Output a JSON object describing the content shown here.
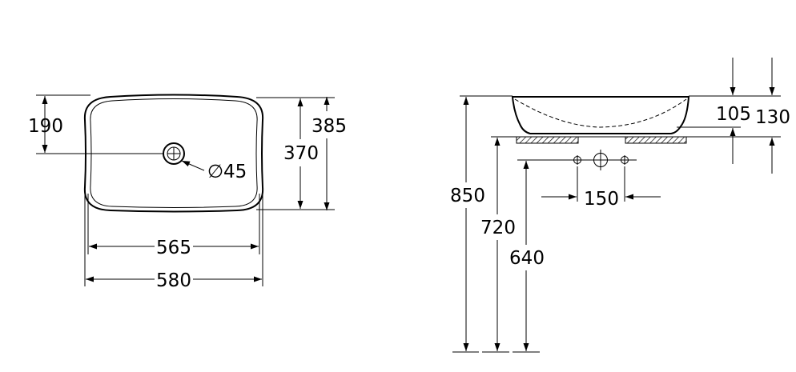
{
  "top_view": {
    "dim_190": "190",
    "dim_370": "370",
    "dim_385": "385",
    "dim_565": "565",
    "dim_580": "580",
    "dim_drain": "∅45"
  },
  "side_view": {
    "dim_850": "850",
    "dim_720": "720",
    "dim_640": "640",
    "dim_150": "150",
    "dim_105": "105",
    "dim_130": "130"
  }
}
